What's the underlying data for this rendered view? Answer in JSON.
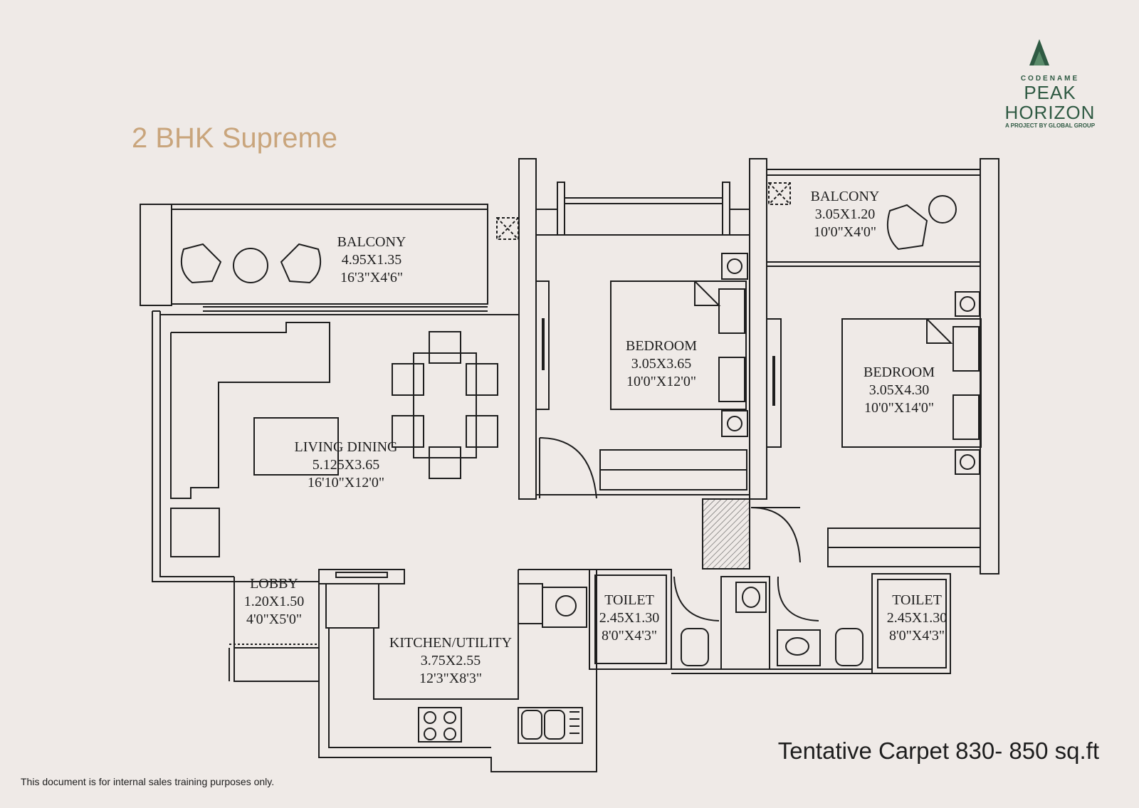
{
  "title": "2 BHK Supreme",
  "brand": {
    "top": "CODENAME",
    "line1": "PEAK",
    "line2": "HORIZON",
    "tagline": "A PROJECT BY GLOBAL GROUP",
    "color": "#2f5a43"
  },
  "rooms": {
    "balcony_main": {
      "name": "BALCONY",
      "metric": "4.95X1.35",
      "imperial": "16'3\"X4'6\""
    },
    "balcony_bed": {
      "name": "BALCONY",
      "metric": "3.05X1.20",
      "imperial": "10'0\"X4'0\""
    },
    "bedroom_1": {
      "name": "BEDROOM",
      "metric": "3.05X3.65",
      "imperial": "10'0\"X12'0\""
    },
    "bedroom_2": {
      "name": "BEDROOM",
      "metric": "3.05X4.30",
      "imperial": "10'0\"X14'0\""
    },
    "living": {
      "name": "LIVING DINING",
      "metric": "5.125X3.65",
      "imperial": "16'10\"X12'0\""
    },
    "lobby": {
      "name": "LOBBY",
      "metric": "1.20X1.50",
      "imperial": "4'0\"X5'0\""
    },
    "kitchen": {
      "name": "KITCHEN/UTILITY",
      "metric": "3.75X2.55",
      "imperial": "12'3\"X8'3\""
    },
    "toilet_1": {
      "name": "TOILET",
      "metric": "2.45X1.30",
      "imperial": "8'0\"X4'3\""
    },
    "toilet_2": {
      "name": "TOILET",
      "metric": "2.45X1.30",
      "imperial": "8'0\"X4'3\""
    }
  },
  "carpet_area": "Tentative Carpet 830- 850 sq.ft",
  "disclaimer": "This document is for internal sales training purposes only.",
  "colors": {
    "title": "#c9a57c",
    "background": "#efeae7",
    "lines": "#1e1e1e"
  }
}
